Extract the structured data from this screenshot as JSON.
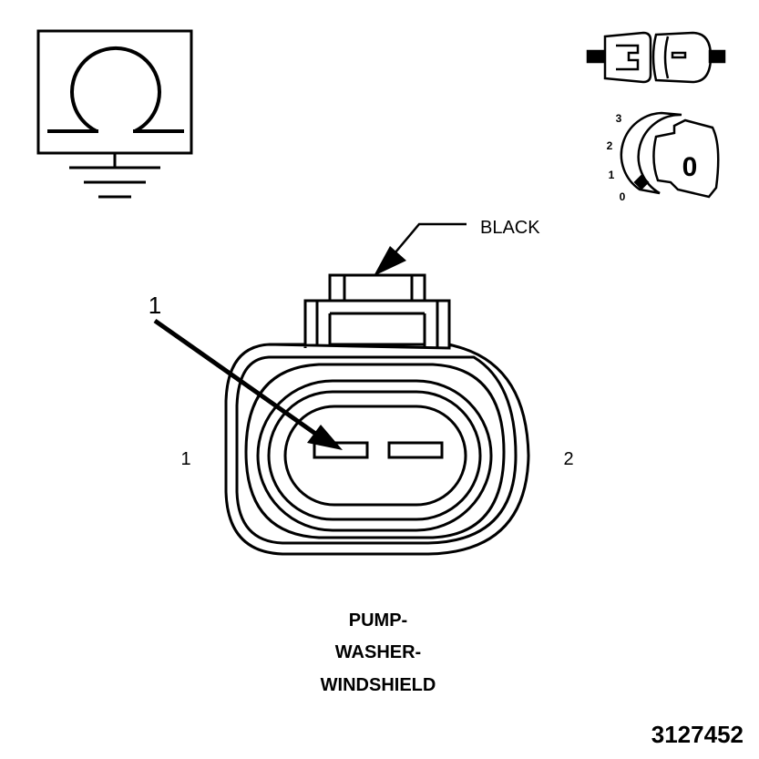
{
  "connector": {
    "color_label": "BLACK",
    "callout_number": "1",
    "pin_left": "1",
    "pin_right": "2",
    "title_lines": [
      "PUMP-",
      "WASHER-",
      "WINDSHIELD"
    ]
  },
  "icons": {
    "ground_icon": "ohm-ground-symbol",
    "connector_icon": "connector-plug-symbol",
    "ignition_icon": "ignition-key-switch-symbol",
    "key_letter": "0",
    "key_positions": [
      "3",
      "2",
      "1",
      "0"
    ]
  },
  "figure_number": "3127452"
}
